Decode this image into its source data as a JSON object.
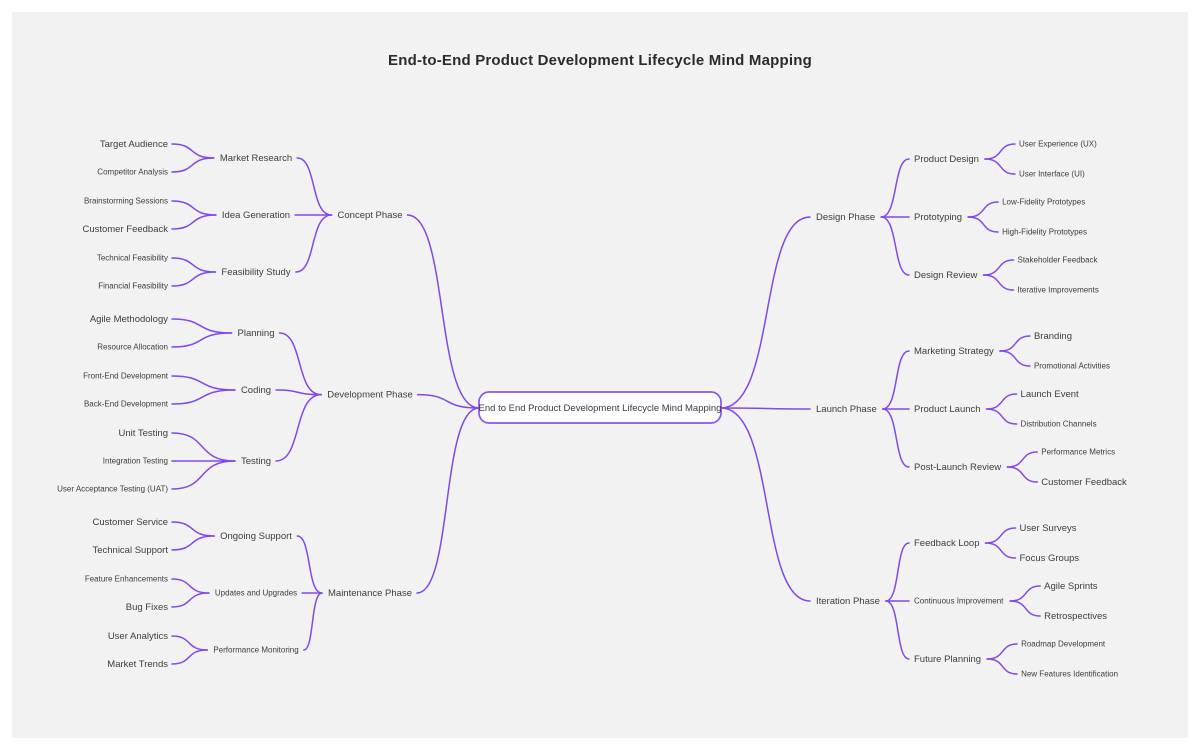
{
  "page_title": "End-to-End Product Development Lifecycle Mind Mapping",
  "root_label": "End to End Product Development Lifecycle Mind Mapping",
  "colors": {
    "line": "#8348e8",
    "node_border": "#8a55ec",
    "node_fill": "#fdfdff",
    "text": "#3d3d3d",
    "title_text": "#2b2b2b",
    "canvas_bg": "#f2f2f2",
    "page_bg": "#ffffff"
  },
  "left_branches": [
    {
      "label": "Concept Phase",
      "children": [
        {
          "label": "Market Research",
          "children": [
            {
              "label": "Target Audience"
            },
            {
              "label": "Competitor Analysis"
            }
          ]
        },
        {
          "label": "Idea Generation",
          "children": [
            {
              "label": "Brainstorming Sessions"
            },
            {
              "label": "Customer Feedback"
            }
          ]
        },
        {
          "label": "Feasibility Study",
          "children": [
            {
              "label": "Technical Feasibility"
            },
            {
              "label": "Financial Feasibility"
            }
          ]
        }
      ]
    },
    {
      "label": "Development Phase",
      "children": [
        {
          "label": "Planning",
          "children": [
            {
              "label": "Agile Methodology"
            },
            {
              "label": "Resource Allocation"
            }
          ]
        },
        {
          "label": "Coding",
          "children": [
            {
              "label": "Front-End Development"
            },
            {
              "label": "Back-End Development"
            }
          ]
        },
        {
          "label": "Testing",
          "children": [
            {
              "label": "Unit Testing"
            },
            {
              "label": "Integration Testing"
            },
            {
              "label": "User Acceptance Testing (UAT)"
            }
          ]
        }
      ]
    },
    {
      "label": "Maintenance Phase",
      "children": [
        {
          "label": "Ongoing Support",
          "children": [
            {
              "label": "Customer Service"
            },
            {
              "label": "Technical Support"
            }
          ]
        },
        {
          "label": "Updates and Upgrades",
          "children": [
            {
              "label": "Feature Enhancements"
            },
            {
              "label": "Bug Fixes"
            }
          ]
        },
        {
          "label": "Performance Monitoring",
          "children": [
            {
              "label": "User Analytics"
            },
            {
              "label": "Market Trends"
            }
          ]
        }
      ]
    }
  ],
  "right_branches": [
    {
      "label": "Design Phase",
      "children": [
        {
          "label": "Product Design",
          "children": [
            {
              "label": "User Experience (UX)"
            },
            {
              "label": "User Interface (UI)"
            }
          ]
        },
        {
          "label": "Prototyping",
          "children": [
            {
              "label": "Low-Fidelity Prototypes"
            },
            {
              "label": "High-Fidelity Prototypes"
            }
          ]
        },
        {
          "label": "Design Review",
          "children": [
            {
              "label": "Stakeholder Feedback"
            },
            {
              "label": "Iterative Improvements"
            }
          ]
        }
      ]
    },
    {
      "label": "Launch Phase",
      "children": [
        {
          "label": "Marketing Strategy",
          "children": [
            {
              "label": "Branding"
            },
            {
              "label": "Promotional Activities"
            }
          ]
        },
        {
          "label": "Product Launch",
          "children": [
            {
              "label": "Launch Event"
            },
            {
              "label": "Distribution Channels"
            }
          ]
        },
        {
          "label": "Post-Launch Review",
          "children": [
            {
              "label": "Performance Metrics"
            },
            {
              "label": "Customer Feedback"
            }
          ]
        }
      ]
    },
    {
      "label": "Iteration Phase",
      "children": [
        {
          "label": "Feedback Loop",
          "children": [
            {
              "label": "User Surveys"
            },
            {
              "label": "Focus Groups"
            }
          ]
        },
        {
          "label": "Continuous Improvement",
          "children": [
            {
              "label": "Agile Sprints"
            },
            {
              "label": "Retrospectives"
            }
          ]
        },
        {
          "label": "Future Planning",
          "children": [
            {
              "label": "Roadmap Development"
            },
            {
              "label": "New Features Identification"
            }
          ]
        }
      ]
    }
  ]
}
